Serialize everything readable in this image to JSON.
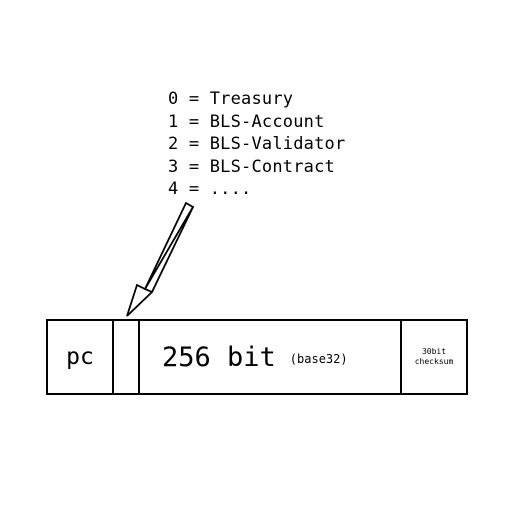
{
  "type_legend": {
    "entries": [
      "0 = Treasury",
      "1 = BLS-Account",
      "2 = BLS-Validator",
      "3 = BLS-Contract",
      "4 = ...."
    ]
  },
  "address": {
    "prefix_label": "pc",
    "body_label": "256 bit",
    "body_note": "(base32)",
    "checksum_bits": "30bit",
    "checksum_label": "checksum"
  }
}
